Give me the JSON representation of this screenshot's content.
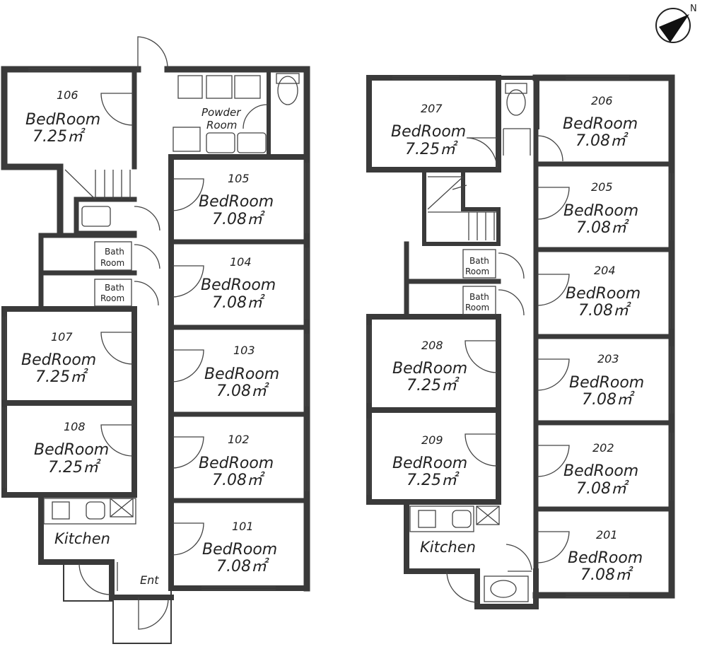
{
  "compass": {
    "label": "N"
  },
  "rooms": {
    "r106": {
      "number": "106",
      "label": "BedRoom",
      "area": "7.25㎡"
    },
    "r105": {
      "number": "105",
      "label": "BedRoom",
      "area": "7.08㎡"
    },
    "r104": {
      "number": "104",
      "label": "BedRoom",
      "area": "7.08㎡"
    },
    "r103": {
      "number": "103",
      "label": "BedRoom",
      "area": "7.08㎡"
    },
    "r102": {
      "number": "102",
      "label": "BedRoom",
      "area": "7.08㎡"
    },
    "r101": {
      "number": "101",
      "label": "BedRoom",
      "area": "7.08㎡"
    },
    "r107": {
      "number": "107",
      "label": "BedRoom",
      "area": "7.25㎡"
    },
    "r108": {
      "number": "108",
      "label": "BedRoom",
      "area": "7.25㎡"
    },
    "r207": {
      "number": "207",
      "label": "BedRoom",
      "area": "7.25㎡"
    },
    "r206": {
      "number": "206",
      "label": "BedRoom",
      "area": "7.08㎡"
    },
    "r205": {
      "number": "205",
      "label": "BedRoom",
      "area": "7.08㎡"
    },
    "r204": {
      "number": "204",
      "label": "BedRoom",
      "area": "7.08㎡"
    },
    "r203": {
      "number": "203",
      "label": "BedRoom",
      "area": "7.08㎡"
    },
    "r202": {
      "number": "202",
      "label": "BedRoom",
      "area": "7.08㎡"
    },
    "r201": {
      "number": "201",
      "label": "BedRoom",
      "area": "7.08㎡"
    },
    "r208": {
      "number": "208",
      "label": "BedRoom",
      "area": "7.25㎡"
    },
    "r209": {
      "number": "209",
      "label": "BedRoom",
      "area": "7.25㎡"
    }
  },
  "labels": {
    "powder_line1": "Powder",
    "powder_line2": "Room",
    "bath_line1": "Bath",
    "bath_line2": "Room",
    "kitchen": "Kitchen",
    "entrance": "Ent"
  }
}
